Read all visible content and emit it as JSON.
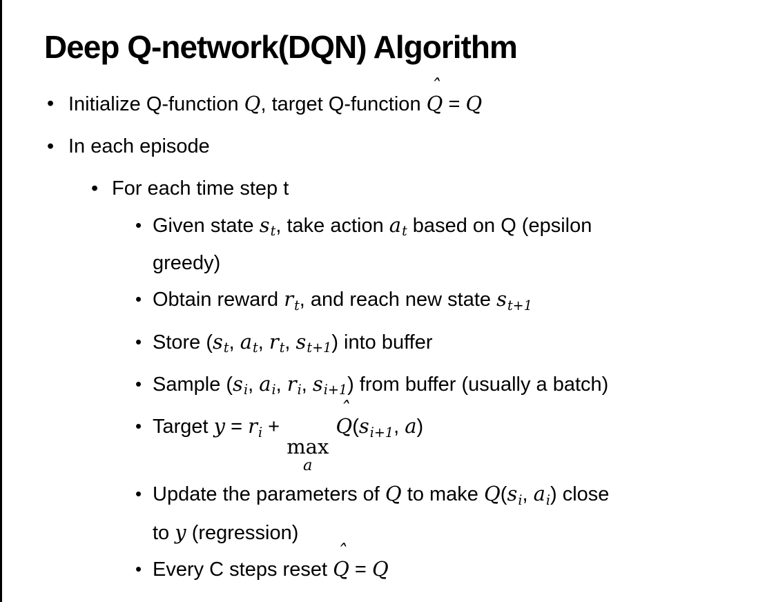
{
  "bullet_glyph": "•",
  "colors": {
    "text": "#000000",
    "background": "#ffffff",
    "left_border": "#000000"
  },
  "slide": {
    "title": "Deep Q-network(DQN) Algorithm"
  },
  "bullets": [
    {
      "level": 1,
      "segments": [
        {
          "t": "Initialize Q-function "
        },
        {
          "m": "Q"
        },
        {
          "t": ", target Q-function "
        },
        {
          "h": "Q"
        },
        {
          "t": " = "
        },
        {
          "m": "Q"
        }
      ]
    },
    {
      "level": 1,
      "segments": [
        {
          "t": "In each episode"
        }
      ]
    },
    {
      "level": 2,
      "segments": [
        {
          "t": "For each time step t"
        }
      ]
    },
    {
      "level": 3,
      "segments": [
        {
          "t": "Given state "
        },
        {
          "m": "s",
          "sub": "t"
        },
        {
          "t": ", take action "
        },
        {
          "m": "a",
          "sub": "t"
        },
        {
          "t": " based on Q (epsilon"
        },
        {
          "br": true
        },
        {
          "t": "greedy)"
        }
      ]
    },
    {
      "level": 3,
      "segments": [
        {
          "t": "Obtain reward "
        },
        {
          "m": "r",
          "sub": "t"
        },
        {
          "t": ", and reach new state "
        },
        {
          "m": "s",
          "sub": "t+1"
        }
      ]
    },
    {
      "level": 3,
      "segments": [
        {
          "t": "Store ("
        },
        {
          "m": "s",
          "sub": "t"
        },
        {
          "t": ", "
        },
        {
          "m": "a",
          "sub": "t"
        },
        {
          "t": ", "
        },
        {
          "m": "r",
          "sub": "t"
        },
        {
          "t": ", "
        },
        {
          "m": "s",
          "sub": "t+1"
        },
        {
          "t": ") into buffer"
        }
      ]
    },
    {
      "level": 3,
      "segments": [
        {
          "t": "Sample ("
        },
        {
          "m": "s",
          "sub": "i"
        },
        {
          "t": ", "
        },
        {
          "m": "a",
          "sub": "i"
        },
        {
          "t": ", "
        },
        {
          "m": "r",
          "sub": "i"
        },
        {
          "t": ", "
        },
        {
          "m": "s",
          "sub": "i+1"
        },
        {
          "t": ") from buffer (usually a batch)"
        }
      ]
    },
    {
      "level": 3,
      "segments": [
        {
          "t": "Target "
        },
        {
          "m": "y"
        },
        {
          "t": " = "
        },
        {
          "m": "r",
          "sub": "i"
        },
        {
          "t": " + "
        },
        {
          "op": "max",
          "under": "a"
        },
        {
          "t": " "
        },
        {
          "h": "Q"
        },
        {
          "t": "("
        },
        {
          "m": "s",
          "sub": "i+1"
        },
        {
          "t": ", "
        },
        {
          "m": "a"
        },
        {
          "t": ")"
        }
      ]
    },
    {
      "level": 3,
      "segments": [
        {
          "t": "Update the parameters of "
        },
        {
          "m": "Q"
        },
        {
          "t": " to make "
        },
        {
          "m": "Q"
        },
        {
          "t": "("
        },
        {
          "m": "s",
          "sub": "i"
        },
        {
          "t": ", "
        },
        {
          "m": "a",
          "sub": "i"
        },
        {
          "t": ") close"
        },
        {
          "br": true
        },
        {
          "t": "to "
        },
        {
          "m": "y"
        },
        {
          "t": " (regression)"
        }
      ]
    },
    {
      "level": 3,
      "segments": [
        {
          "t": "Every C steps reset "
        },
        {
          "h": "Q"
        },
        {
          "t": " = "
        },
        {
          "m": "Q"
        }
      ]
    }
  ]
}
